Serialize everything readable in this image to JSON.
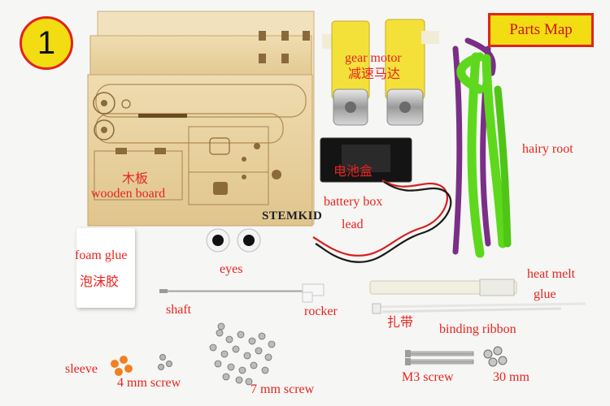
{
  "badge": {
    "number": "1"
  },
  "title_box": {
    "label": "Parts Map"
  },
  "watermark": "STEMKID",
  "labels": {
    "gear_motor_en": "gear motor",
    "gear_motor_cn": "减速马达",
    "hairy_root": "hairy root",
    "wood_cn": "木板",
    "wooden_board": "wooden board",
    "battery_cn": "电池盒",
    "battery_box": "battery box",
    "lead": "lead",
    "foam_glue_en": "foam glue",
    "foam_glue_cn": "泡沫胶",
    "eyes": "eyes",
    "heat_melt_1": "heat melt",
    "heat_melt_2": "glue",
    "shaft": "shaft",
    "rocker": "rocker",
    "tie_cn": "扎带",
    "binding_ribbon": "binding ribbon",
    "sleeve": "sleeve",
    "screw_4mm": "4 mm screw",
    "screw_7mm": "7 mm screw",
    "m3_screw": "M3 screw",
    "len_30mm": "30 mm"
  },
  "colors": {
    "label_red": "#e8231e",
    "badge_yellow": "#f2dc12",
    "wood": "#ead3a0",
    "motor_yellow": "#f3e13a",
    "green_pipe": "#5ed81c",
    "purple_pipe": "#7a2f86"
  }
}
